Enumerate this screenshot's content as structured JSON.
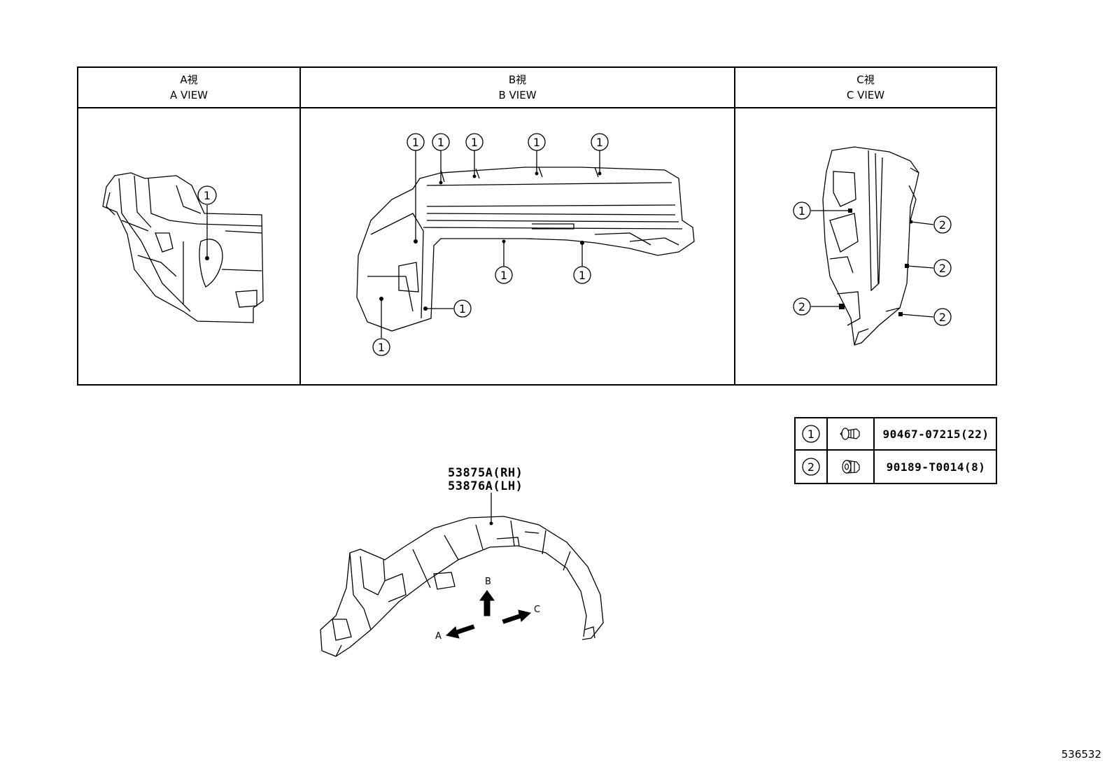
{
  "views": [
    {
      "label_jp": "A視",
      "label_en": "A VIEW"
    },
    {
      "label_jp": "B視",
      "label_en": "B VIEW"
    },
    {
      "label_jp": "C視",
      "label_en": "C VIEW"
    }
  ],
  "callout_numbers": {
    "clip": "1",
    "screw": "2"
  },
  "parts": [
    {
      "ref": "1",
      "icon": "clip-icon",
      "part_number": "90467-07215(22)"
    },
    {
      "ref": "2",
      "icon": "screw-grommet-icon",
      "part_number": "90189-T0014(8)"
    }
  ],
  "main_part": {
    "rh": "53875A(RH)",
    "lh": "53876A(LH)"
  },
  "view_arrows": {
    "a": "A",
    "b": "B",
    "c": "C"
  },
  "diagram_id": "536532"
}
